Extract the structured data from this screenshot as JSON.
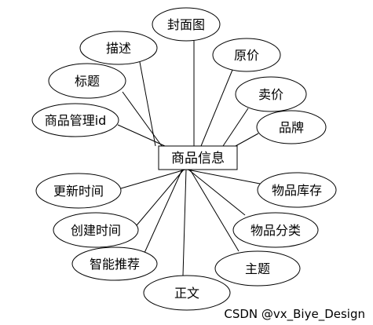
{
  "diagram": {
    "entity": "商品信息",
    "attributes_top": [
      "封面图",
      "描述",
      "原价",
      "标题",
      "卖价",
      "商品管理id",
      "品牌"
    ],
    "attributes_bottom": [
      "更新时间",
      "物品库存",
      "创建时间",
      "物品分类",
      "智能推荐",
      "主题",
      "正文"
    ]
  },
  "watermark": "CSDN @vx_Biye_Design"
}
